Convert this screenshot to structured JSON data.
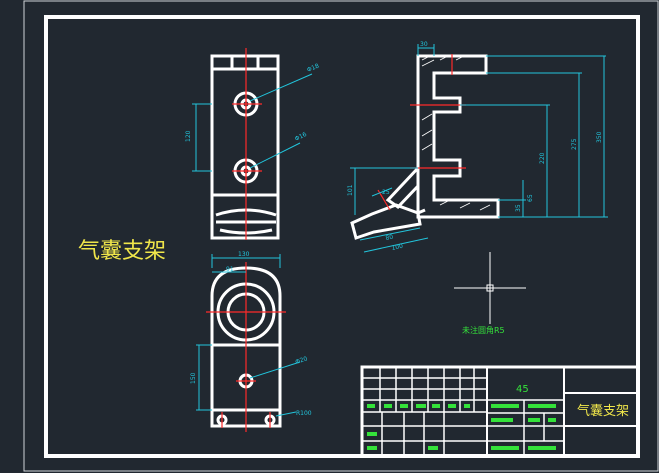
{
  "drawing": {
    "title_cn": "气囊支架",
    "material": "45",
    "part_name": "气囊支架",
    "note": "未注圆角R5",
    "front_dims": {
      "d1": "Φ18",
      "d2": "Φ16",
      "v1": "120"
    },
    "side_dims": {
      "top": "30",
      "h1": "350",
      "h2": "275",
      "h3": "220",
      "h4": "65",
      "h5": "35",
      "left1": "101",
      "b1": "80",
      "b2": "100",
      "r1": "25"
    },
    "bottom_dims": {
      "w1": "130",
      "w2": "91",
      "d": "Φ20",
      "h": "150",
      "r": "R100"
    },
    "colors": {
      "background": "#212830",
      "frame": "#ffffff",
      "dim": "#22c5dc",
      "center": "#ff2a2a",
      "title_text": "#f0e64a",
      "note_text": "#34e23a"
    }
  }
}
